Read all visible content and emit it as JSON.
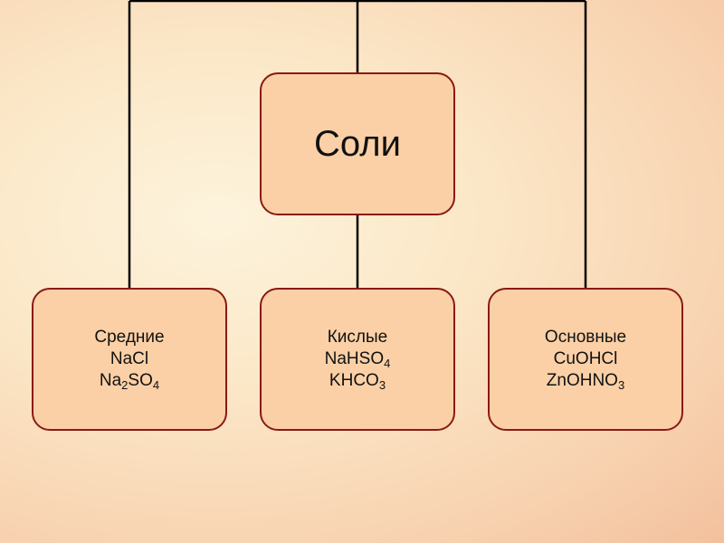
{
  "root": {
    "label": "Соли"
  },
  "categories": [
    {
      "title": "Средние",
      "formula1": {
        "a": "NaCl",
        "sub": "",
        "b": ""
      },
      "formula2": {
        "a": "Na",
        "sub": "2",
        "b": "SO",
        "sub2": "4"
      }
    },
    {
      "title": "Кислые",
      "formula1": {
        "a": "NaHSO",
        "sub": "4",
        "b": ""
      },
      "formula2": {
        "a": "KHCO",
        "sub": "3",
        "b": "",
        "sub2": ""
      }
    },
    {
      "title": "Основные",
      "formula1": {
        "a": "CuOHCl",
        "sub": "",
        "b": ""
      },
      "formula2": {
        "a": "ZnOHNO",
        "sub": "3",
        "b": "",
        "sub2": ""
      }
    }
  ],
  "colors": {
    "box_fill": "#fbd0a6",
    "box_border": "#8b1a12",
    "connector": "#000000"
  }
}
